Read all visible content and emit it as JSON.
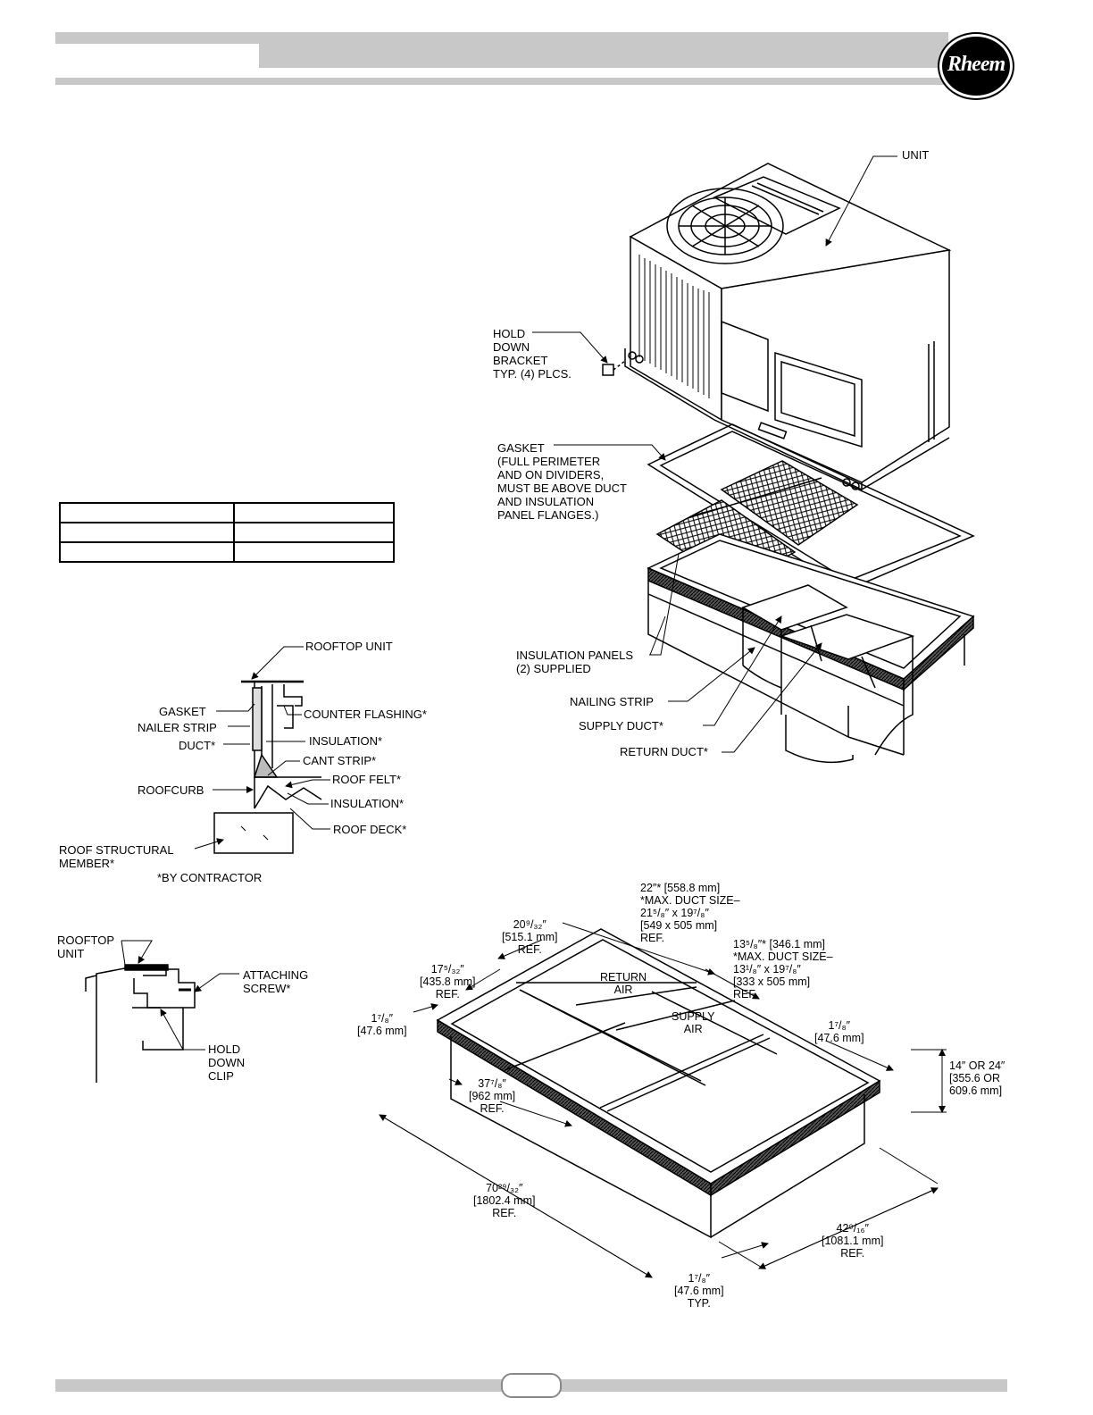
{
  "brand": {
    "logo_text": "Rheem"
  },
  "unit_diagram": {
    "unit": "UNIT",
    "hold_down_bracket": "HOLD\nDOWN\nBRACKET\nTYP. (4) PLCS.",
    "gasket": "GASKET\n(FULL PERIMETER\nAND ON DIVIDERS,\nMUST BE ABOVE DUCT\nAND INSULATION\nPANEL FLANGES.)",
    "insulation_panels": "INSULATION PANELS\n(2) SUPPLIED",
    "nailing_strip": "NAILING STRIP",
    "supply_duct": "SUPPLY DUCT*",
    "return_duct": "RETURN DUCT*"
  },
  "section_diagram": {
    "rooftop_unit": "ROOFTOP UNIT",
    "gasket": "GASKET",
    "nailer_strip": "NAILER STRIP",
    "duct": "DUCT*",
    "counter_flashing": "COUNTER FLASHING*",
    "insulation_1": "INSULATION*",
    "cant_strip": "CANT STRIP*",
    "roof_felt": "ROOF FELT*",
    "roofcurb": "ROOFCURB",
    "insulation_2": "INSULATION*",
    "roof_deck": "ROOF DECK*",
    "roof_structural_member": "ROOF STRUCTURAL\nMEMBER*",
    "by_contractor": "*BY CONTRACTOR"
  },
  "clip_diagram": {
    "rooftop_unit": "ROOFTOP\nUNIT",
    "attaching_screw": "ATTACHING\nSCREW*",
    "hold_down_clip": "HOLD\nDOWN\nCLIP"
  },
  "curb_diagram": {
    "return_air": "RETURN\nAIR",
    "supply_air": "SUPPLY\nAIR",
    "dim_return_duct": "22″* [558.8 mm]\n*MAX. DUCT SIZE–\n21⁵/₈″ x 19⁷/₈″\n[549 x 505 mm]\nREF.",
    "dim_supply_duct": "13⁵/₈″* [346.1 mm]\n*MAX. DUCT SIZE–\n13¹/₈″ x 19⁷/₈″\n[333 x 505 mm]\nREF.",
    "dim_20": "20⁹/₃₂″\n[515.1 mm]\nREF.",
    "dim_17": "17⁵/₃₂″\n[435.8 mm]\nREF.",
    "dim_1_left": "1⁷/₈″\n[47.6 mm]",
    "dim_1_right": "1⁷/₈″\n[47.6 mm]",
    "dim_height": "14″ OR 24″\n[355.6 OR\n609.6 mm]",
    "dim_37": "37⁷/₈″\n[962 mm]\nREF.",
    "dim_70": "70²⁹/₃₂″\n[1802.4 mm]\nREF.",
    "dim_42": "42⁹/₁₆″\n[1081.1 mm]\nREF.",
    "dim_1_typ": "1⁷/₈″\n[47.6 mm]\nTYP."
  }
}
